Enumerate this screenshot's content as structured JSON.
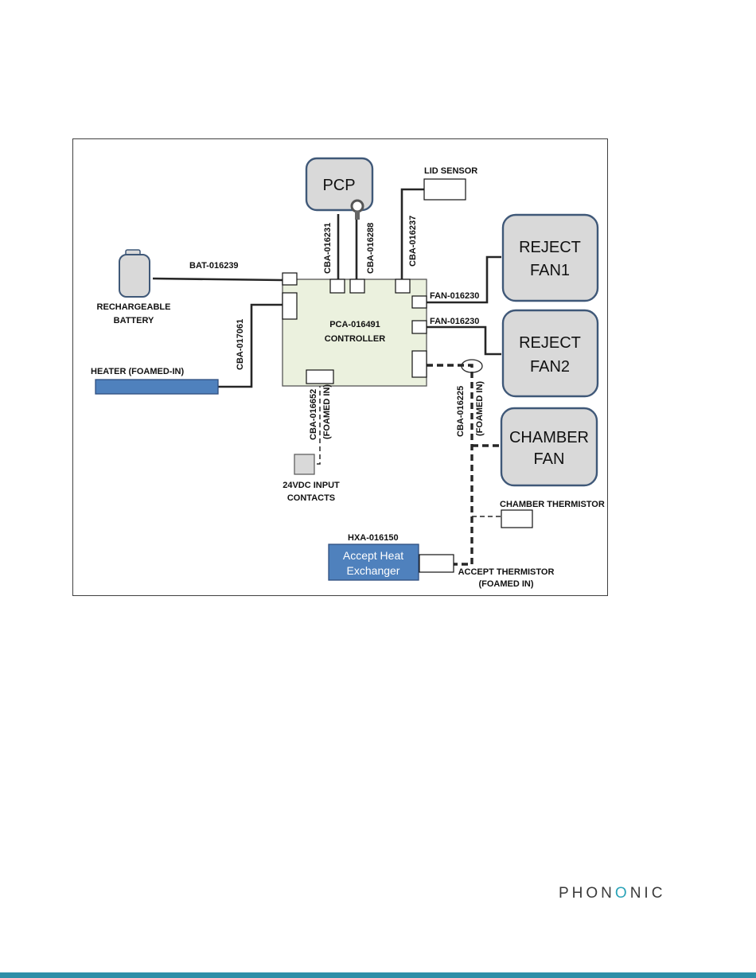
{
  "diagram": {
    "components": {
      "pcp": "PCP",
      "lid_sensor": "LID SENSOR",
      "reject_fan1": [
        "REJECT",
        "FAN1"
      ],
      "reject_fan2": [
        "REJECT",
        "FAN2"
      ],
      "chamber_fan": [
        "CHAMBER",
        "FAN"
      ],
      "chamber_thermistor": "CHAMBER THERMISTOR",
      "battery": [
        "RECHARGEABLE",
        "BATTERY"
      ],
      "heater": "HEATER (FOAMED-IN)",
      "controller": [
        "PCA-016491",
        "CONTROLLER"
      ],
      "input_contacts": [
        "24VDC  INPUT",
        "CONTACTS"
      ],
      "heat_exchanger_id": "HXA-016150",
      "heat_exchanger": [
        "Accept Heat",
        "Exchanger"
      ],
      "accept_thermistor": [
        "ACCEPT THERMISTOR",
        "(FOAMED IN)"
      ]
    },
    "cables": {
      "bat": "BAT-016239",
      "cba_016231": "CBA-016231",
      "cba_016288": "CBA-016288",
      "cba_016237": "CBA-016237",
      "fan1": "FAN-016230",
      "fan2": "FAN-016230",
      "cba_017061": "CBA-017061",
      "cba_016652": [
        "CBA-016652",
        "(FOAMED IN)"
      ],
      "cba_016225": [
        "CBA-016225",
        "(FOAMED IN)"
      ]
    },
    "colors": {
      "controller_fill": "#ebf1de",
      "heater_fill": "#4f81bd",
      "grey_box_fill": "#d9d9d9",
      "box_border": "#3f5878"
    }
  },
  "footer": {
    "logo_prefix": "PHON",
    "logo_o": "O",
    "logo_suffix": "NIC",
    "accent_bar_color": "#2e8fa8"
  }
}
